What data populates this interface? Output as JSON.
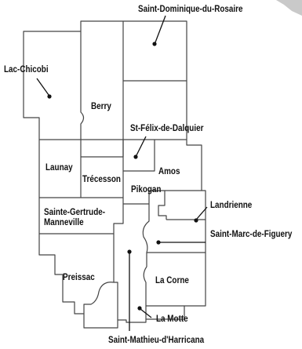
{
  "map": {
    "municipalities": [
      {
        "id": "saint-dominique",
        "name": "Saint-Dominique-du-Rosaire"
      },
      {
        "id": "lac-chicobi",
        "name": "Lac-Chicobi"
      },
      {
        "id": "berry",
        "name": "Berry"
      },
      {
        "id": "st-felix",
        "name": "St-Félix-de-Dalquier"
      },
      {
        "id": "launay",
        "name": "Launay"
      },
      {
        "id": "trecesson",
        "name": "Trécesson"
      },
      {
        "id": "amos",
        "name": "Amos"
      },
      {
        "id": "pikogan",
        "name": "Pikogan"
      },
      {
        "id": "landrienne",
        "name": "Landrienne"
      },
      {
        "id": "sainte-gertrude",
        "name_line1": "Sainte-Gertrude-",
        "name_line2": "Manneville"
      },
      {
        "id": "saint-marc",
        "name": "Saint-Marc-de-Figuery"
      },
      {
        "id": "preissac",
        "name": "Preissac"
      },
      {
        "id": "la-corne",
        "name": "La Corne"
      },
      {
        "id": "la-motte",
        "name": "La Motte"
      },
      {
        "id": "saint-mathieu",
        "name": "Saint-Mathieu-d'Harricana"
      }
    ],
    "colors": {
      "boundary": "#444444",
      "text": "#111111",
      "background": "#ffffff"
    }
  }
}
